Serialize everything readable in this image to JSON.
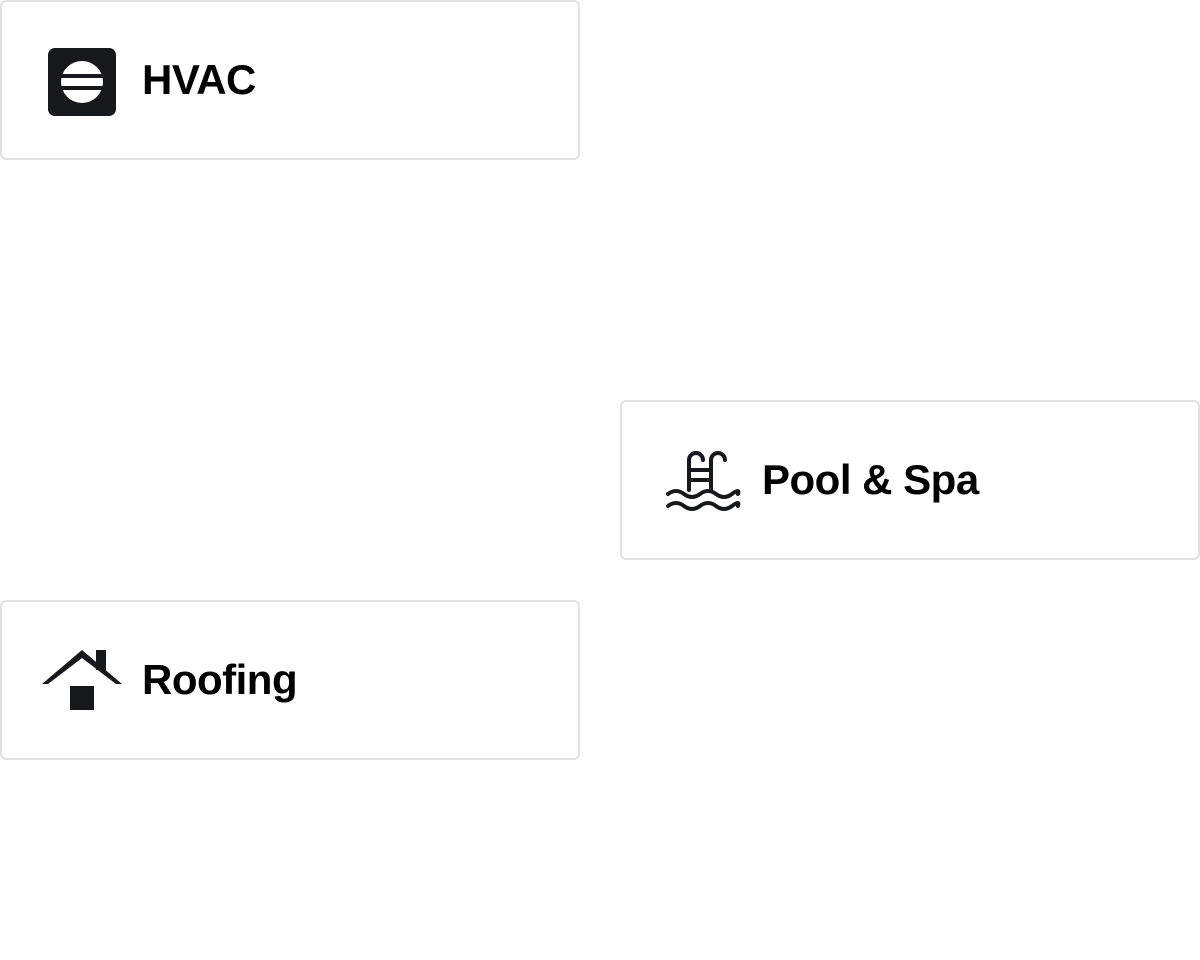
{
  "services": [
    {
      "id": "hvac",
      "label": "HVAC",
      "icon": "hvac-vent-icon"
    },
    {
      "id": "pool",
      "label": "Pool & Spa",
      "icon": "pool-ladder-icon"
    },
    {
      "id": "roof",
      "label": "Roofing",
      "icon": "house-roof-icon"
    }
  ],
  "colors": {
    "icon": "#17181b",
    "text": "#000000",
    "card_border": "#e1e1e3",
    "background": "#ffffff"
  }
}
